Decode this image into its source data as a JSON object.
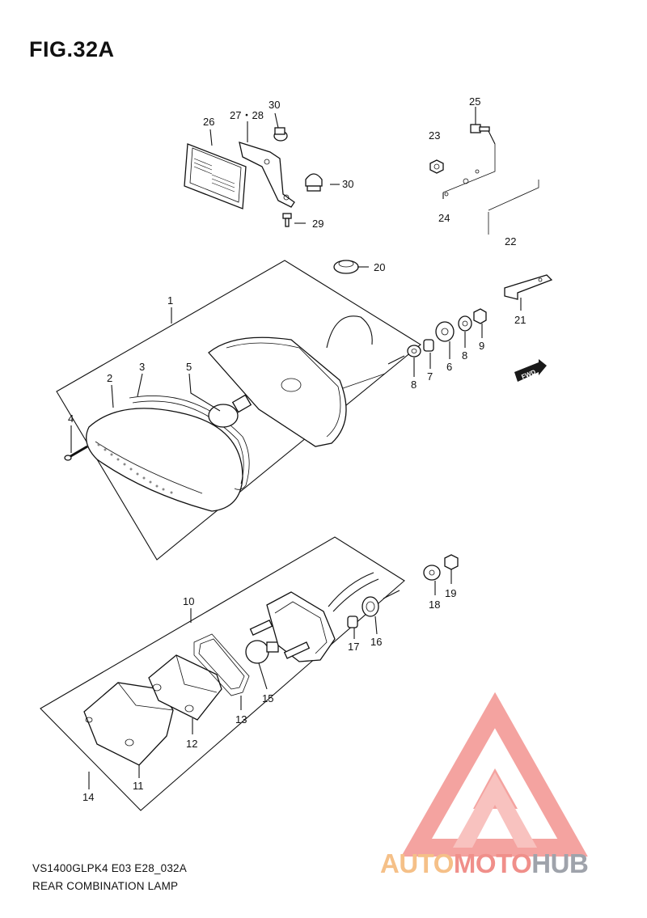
{
  "figure": {
    "title": "FIG.32A",
    "model_code": "VS1400GLPK4 E03 E28_032A",
    "name": "REAR COMBINATION LAMP"
  },
  "fwd_badge": "FWD",
  "watermark": {
    "part1": "AUTO",
    "part2": "MOTO",
    "part3": "HUB",
    "colors": {
      "auto": "#f5c088",
      "moto": "#f08f8a",
      "hub": "#9fa3ab",
      "triangle": "#f4a3a0"
    }
  },
  "callouts": {
    "c1": "1",
    "c2": "2",
    "c3": "3",
    "c4": "4",
    "c5": "5",
    "c6": "6",
    "c7": "7",
    "c8a": "8",
    "c8b": "8",
    "c9": "9",
    "c10": "10",
    "c11": "11",
    "c12": "12",
    "c13": "13",
    "c14": "14",
    "c15": "15",
    "c16": "16",
    "c17": "17",
    "c18": "18",
    "c19": "19",
    "c20": "20",
    "c21": "21",
    "c22": "22",
    "c23": "23",
    "c24": "24",
    "c25": "25",
    "c26": "26",
    "c2728": "27・28",
    "c29": "29",
    "c30a": "30",
    "c30b": "30"
  }
}
